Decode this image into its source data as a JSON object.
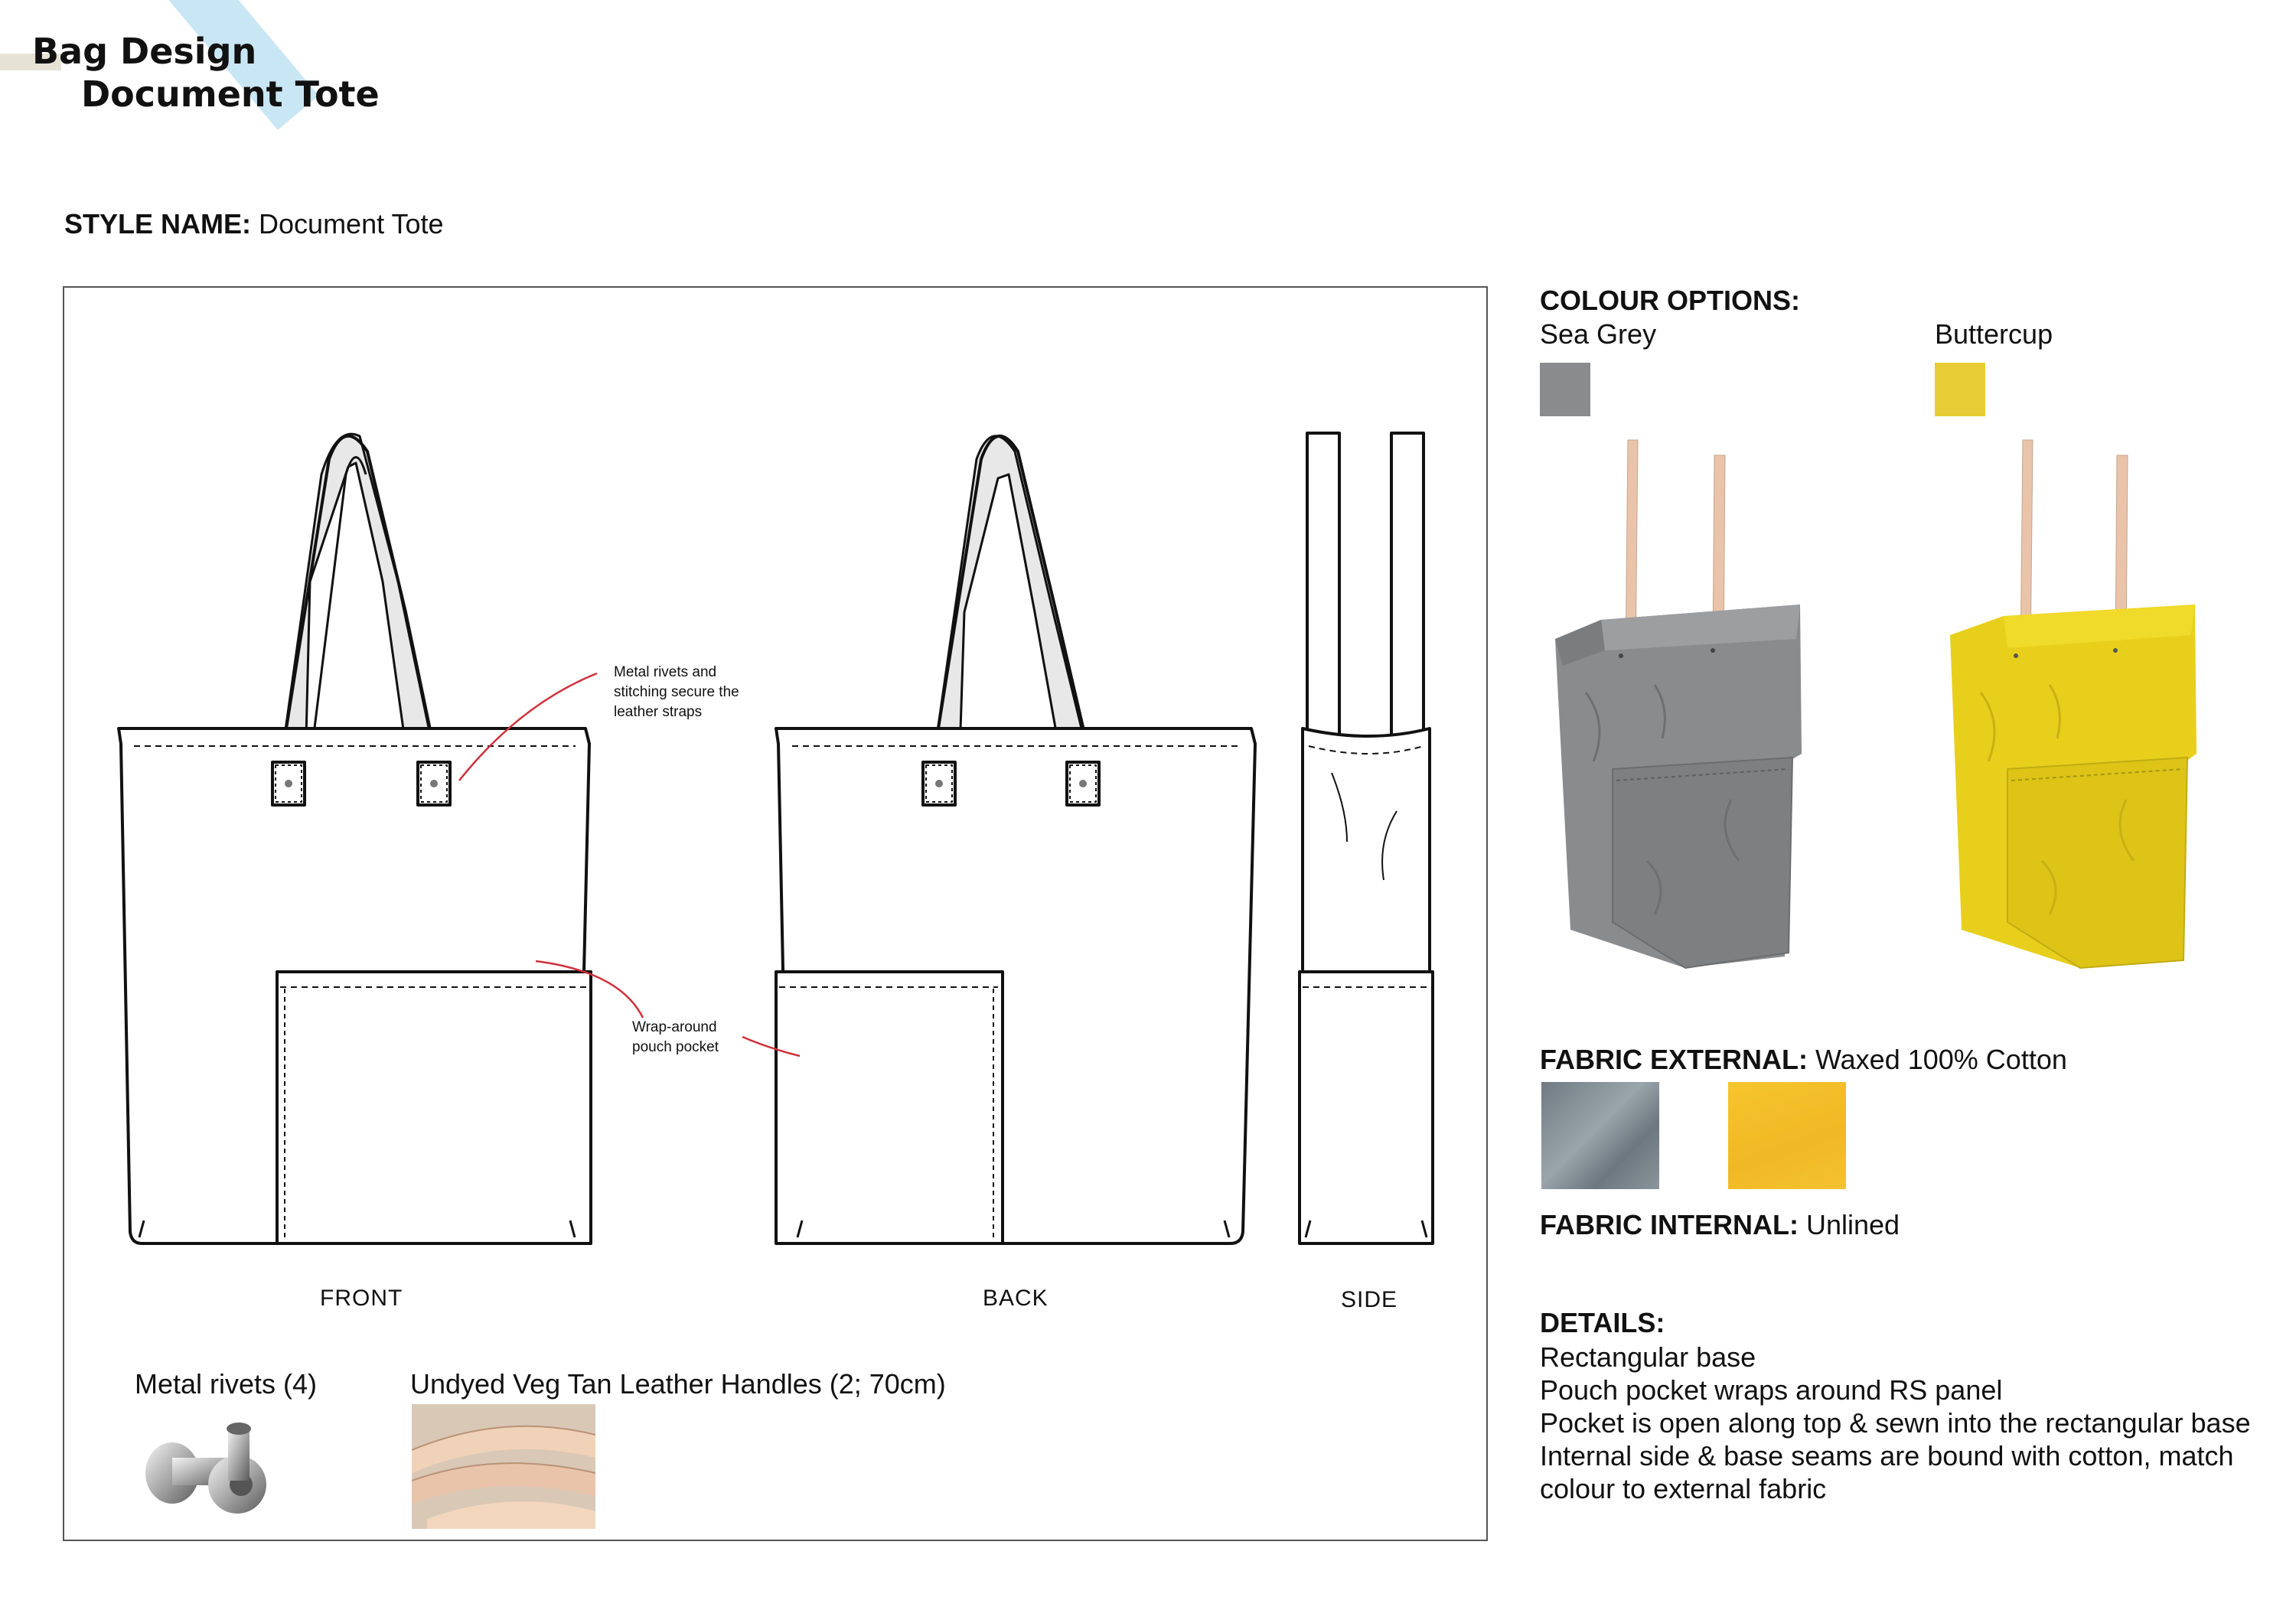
{
  "header": {
    "title_line1": "Bag Design",
    "title_line2": "Document Tote"
  },
  "style": {
    "label": "STYLE NAME:",
    "value": "Document Tote"
  },
  "flats": {
    "front_label": "FRONT",
    "back_label": "BACK",
    "side_label": "SIDE",
    "note_rivets": [
      "Metal rivets and",
      "stitching secure the",
      "leather straps"
    ],
    "note_pocket": [
      "Wrap-around",
      "pouch pocket"
    ]
  },
  "trims": {
    "rivets_label": "Metal rivets (4)",
    "handles_label": "Undyed Veg Tan Leather Handles (2; 70cm)"
  },
  "colour_options": {
    "heading": "COLOUR OPTIONS:",
    "items": [
      {
        "name": "Sea Grey",
        "hex": "#8a8b8c"
      },
      {
        "name": "Buttercup",
        "hex": "#e8cc35"
      }
    ]
  },
  "fabric": {
    "external_label": "FABRIC EXTERNAL:",
    "external_value": "Waxed 100% Cotton",
    "internal_label": "FABRIC INTERNAL:",
    "internal_value": "Unlined",
    "swatch_colors": [
      "#7f8990",
      "#f2bf2a"
    ]
  },
  "details": {
    "heading": "DETAILS:",
    "lines": [
      "Rectangular base",
      "Pouch pocket wraps around RS panel",
      "Pocket is open along top & sewn into the rectangular base",
      "Internal side & base seams are bound with cotton, match",
      "colour to external fabric"
    ]
  },
  "colors": {
    "leather": "#e9c4aa",
    "annotation_line": "#d0303a"
  }
}
